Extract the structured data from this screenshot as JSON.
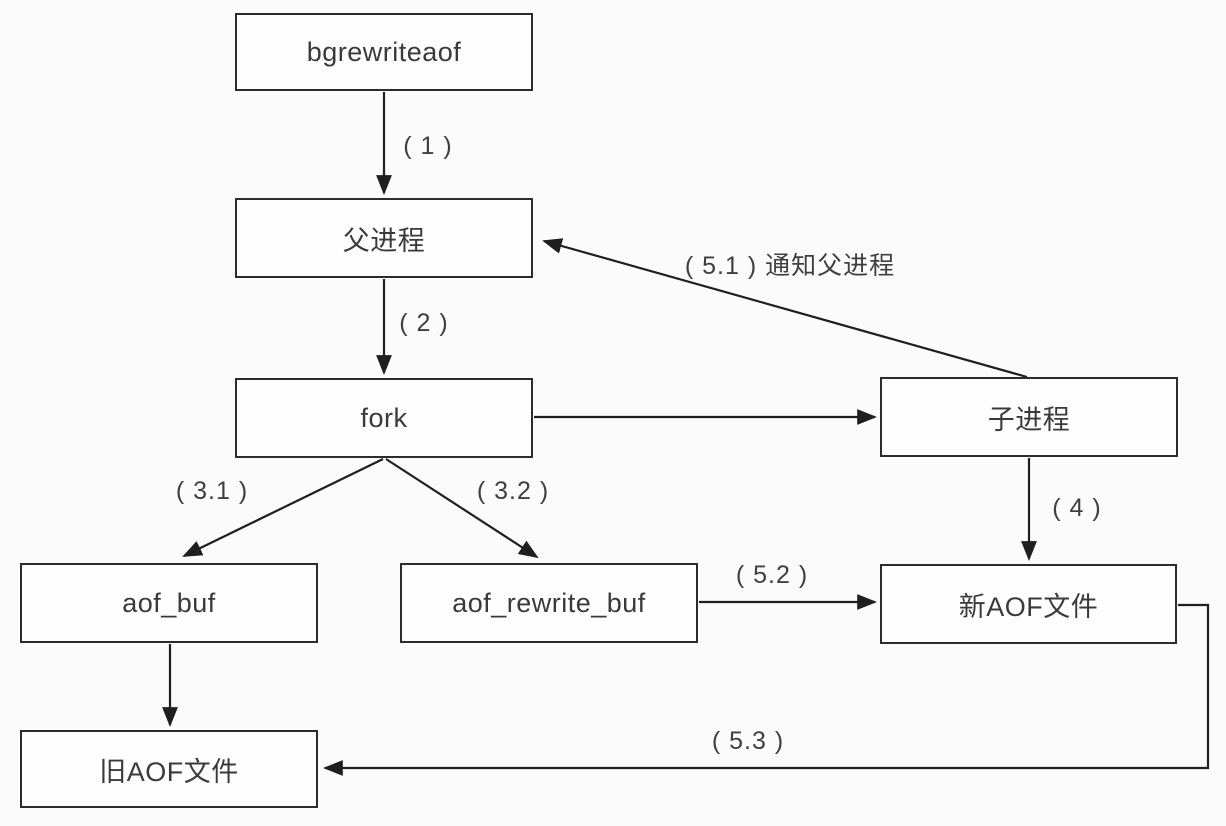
{
  "diagram": {
    "nodes": {
      "bgrewriteaof": {
        "label": "bgrewriteaof"
      },
      "parent_process": {
        "label": "父进程"
      },
      "fork": {
        "label": "fork"
      },
      "child_process": {
        "label": "子进程"
      },
      "aof_buf": {
        "label": "aof_buf"
      },
      "aof_rewrite_buf": {
        "label": "aof_rewrite_buf"
      },
      "new_aof_file": {
        "label": "新AOF文件"
      },
      "old_aof_file": {
        "label": "旧AOF文件"
      }
    },
    "edges": {
      "step_1": {
        "label": "( 1 )"
      },
      "step_2": {
        "label": "( 2 )"
      },
      "step_3_1": {
        "label": "( 3.1 )"
      },
      "step_3_2": {
        "label": "( 3.2 )"
      },
      "step_4": {
        "label": "( 4 )"
      },
      "step_5_1": {
        "label": "( 5.1 ) 通知父进程"
      },
      "step_5_2": {
        "label": "( 5.2 )"
      },
      "step_5_3": {
        "label": "( 5.3 )"
      }
    },
    "colors": {
      "background": "#fbfbfb",
      "box_fill": "#fdfdfd",
      "box_border": "#2c2c2c",
      "line": "#1f1f1f",
      "text": "#3a3a3a"
    }
  }
}
